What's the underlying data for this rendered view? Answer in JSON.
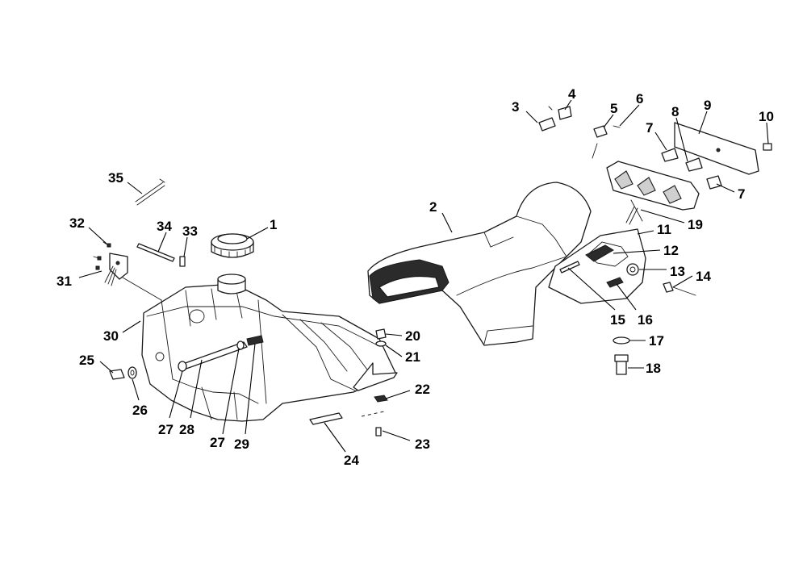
{
  "callouts": [
    {
      "id": "c1",
      "label": "1"
    },
    {
      "id": "c2",
      "label": "2"
    },
    {
      "id": "c3",
      "label": "3"
    },
    {
      "id": "c4",
      "label": "4"
    },
    {
      "id": "c5",
      "label": "5"
    },
    {
      "id": "c6",
      "label": "6"
    },
    {
      "id": "c7a",
      "label": "7"
    },
    {
      "id": "c7b",
      "label": "7"
    },
    {
      "id": "c8",
      "label": "8"
    },
    {
      "id": "c9",
      "label": "9"
    },
    {
      "id": "c10",
      "label": "10"
    },
    {
      "id": "c11",
      "label": "11"
    },
    {
      "id": "c12",
      "label": "12"
    },
    {
      "id": "c13",
      "label": "13"
    },
    {
      "id": "c14",
      "label": "14"
    },
    {
      "id": "c15",
      "label": "15"
    },
    {
      "id": "c16",
      "label": "16"
    },
    {
      "id": "c17",
      "label": "17"
    },
    {
      "id": "c18",
      "label": "18"
    },
    {
      "id": "c19",
      "label": "19"
    },
    {
      "id": "c20",
      "label": "20"
    },
    {
      "id": "c21",
      "label": "21"
    },
    {
      "id": "c22",
      "label": "22"
    },
    {
      "id": "c23",
      "label": "23"
    },
    {
      "id": "c24",
      "label": "24"
    },
    {
      "id": "c25",
      "label": "25"
    },
    {
      "id": "c26",
      "label": "26"
    },
    {
      "id": "c27a",
      "label": "27"
    },
    {
      "id": "c27b",
      "label": "27"
    },
    {
      "id": "c28",
      "label": "28"
    },
    {
      "id": "c29",
      "label": "29"
    },
    {
      "id": "c30",
      "label": "30"
    },
    {
      "id": "c31",
      "label": "31"
    },
    {
      "id": "c32",
      "label": "32"
    },
    {
      "id": "c33",
      "label": "33"
    },
    {
      "id": "c34",
      "label": "34"
    },
    {
      "id": "c35",
      "label": "35"
    }
  ]
}
